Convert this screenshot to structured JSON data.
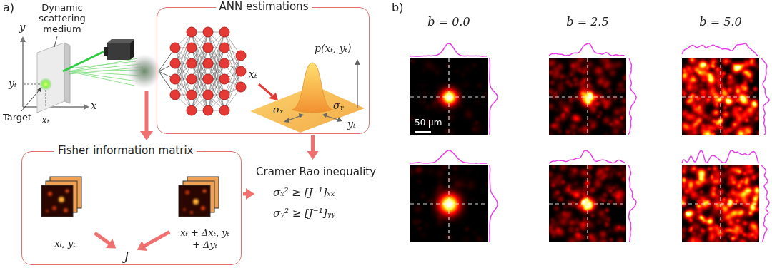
{
  "diagram": {
    "nodes": [
      {
        "text": [
          "ANN estimations"
        ]
      },
      {
        "text": [
          "Fisher information matrix"
        ]
      },
      {
        "text": [
          "xₜ, yₜ"
        ],
        "in": 1
      },
      {
        "text": [
          "xₜ + Δxₜ, yₜ + Δyₜ"
        ],
        "in": 1
      },
      {
        "text": [
          "J"
        ],
        "in": 1
      },
      {
        "text": [
          "Cramer Rao inequality",
          "σₓ² ≥ [J⁻¹]ₓₓ",
          "σᵧ² ≥ [J⁻¹]ᵧᵧ"
        ]
      }
    ],
    "edges": [
      {
        "from": 0,
        "to": 5,
        "arrow": "to"
      },
      {
        "from": 1,
        "to": 5,
        "arrow": "to"
      },
      {
        "from": 2,
        "to": 4,
        "arrow": "to"
      },
      {
        "from": 3,
        "to": 4,
        "arrow": "to"
      }
    ],
    "labels": [
      "a)",
      "Dynamic scattering medium",
      "y",
      "x",
      "yₜ",
      "xₜ",
      "Target",
      "p(xₜ, yₜ)",
      "xₜ",
      "σₓ",
      "σᵧ",
      "yₜ",
      "b)",
      "b = 0.0",
      "b = 2.5",
      "b = 5.0",
      "50 µm"
    ]
  }
}
